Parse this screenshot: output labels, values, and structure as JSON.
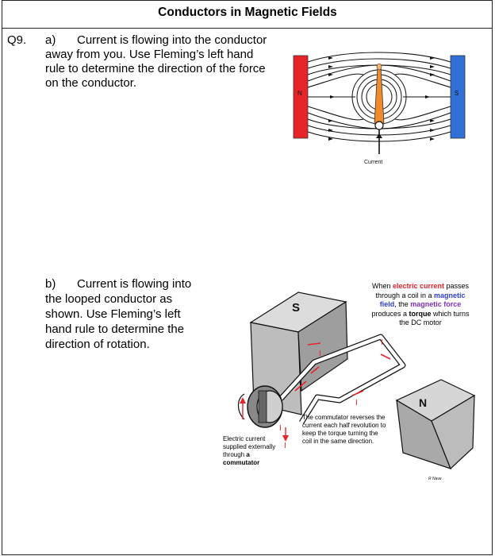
{
  "title": "Conductors in Magnetic Fields",
  "question": {
    "number": "Q9.",
    "part_a": {
      "label": "a)",
      "text": "Current is flowing into the conductor away from you. Use Fleming’s left hand rule to determine the direction of the force on the conductor."
    },
    "part_b": {
      "label": "b)",
      "text": "Current is flowing into the looped conductor as shown. Use Fleming’s left hand rule to determine the direction of rotation."
    }
  },
  "figure_a": {
    "north_label": "N",
    "south_label": "S",
    "current_label": "Current",
    "colors": {
      "north": "#e8242b",
      "south": "#2f6fd6",
      "conductor": "#f08a2a"
    }
  },
  "figure_b": {
    "south_pole_label": "S",
    "north_pole_label": "N",
    "current_symbol": "I",
    "caption_pre": "When ",
    "caption_electric_current": "electric current",
    "caption_mid1": " passes through a coil in a ",
    "caption_magnetic_field": "magnetic field",
    "caption_mid2": ", the ",
    "caption_magnetic_force": "magnetic force",
    "caption_mid3": " produces a ",
    "caption_torque": "torque",
    "caption_post": " which turns the DC motor",
    "commutator_note": "The commutator reverses the current each half revolution to keep the torque turning the coil in the same direction.",
    "supply_note_pre": "Electric current supplied externally through ",
    "supply_note_bold": "a commutator",
    "credit": "R Nave",
    "colors": {
      "current": "#e8242b",
      "field": "#2b3fd6",
      "force": "#7a2fbf",
      "torque": "#111111"
    }
  }
}
